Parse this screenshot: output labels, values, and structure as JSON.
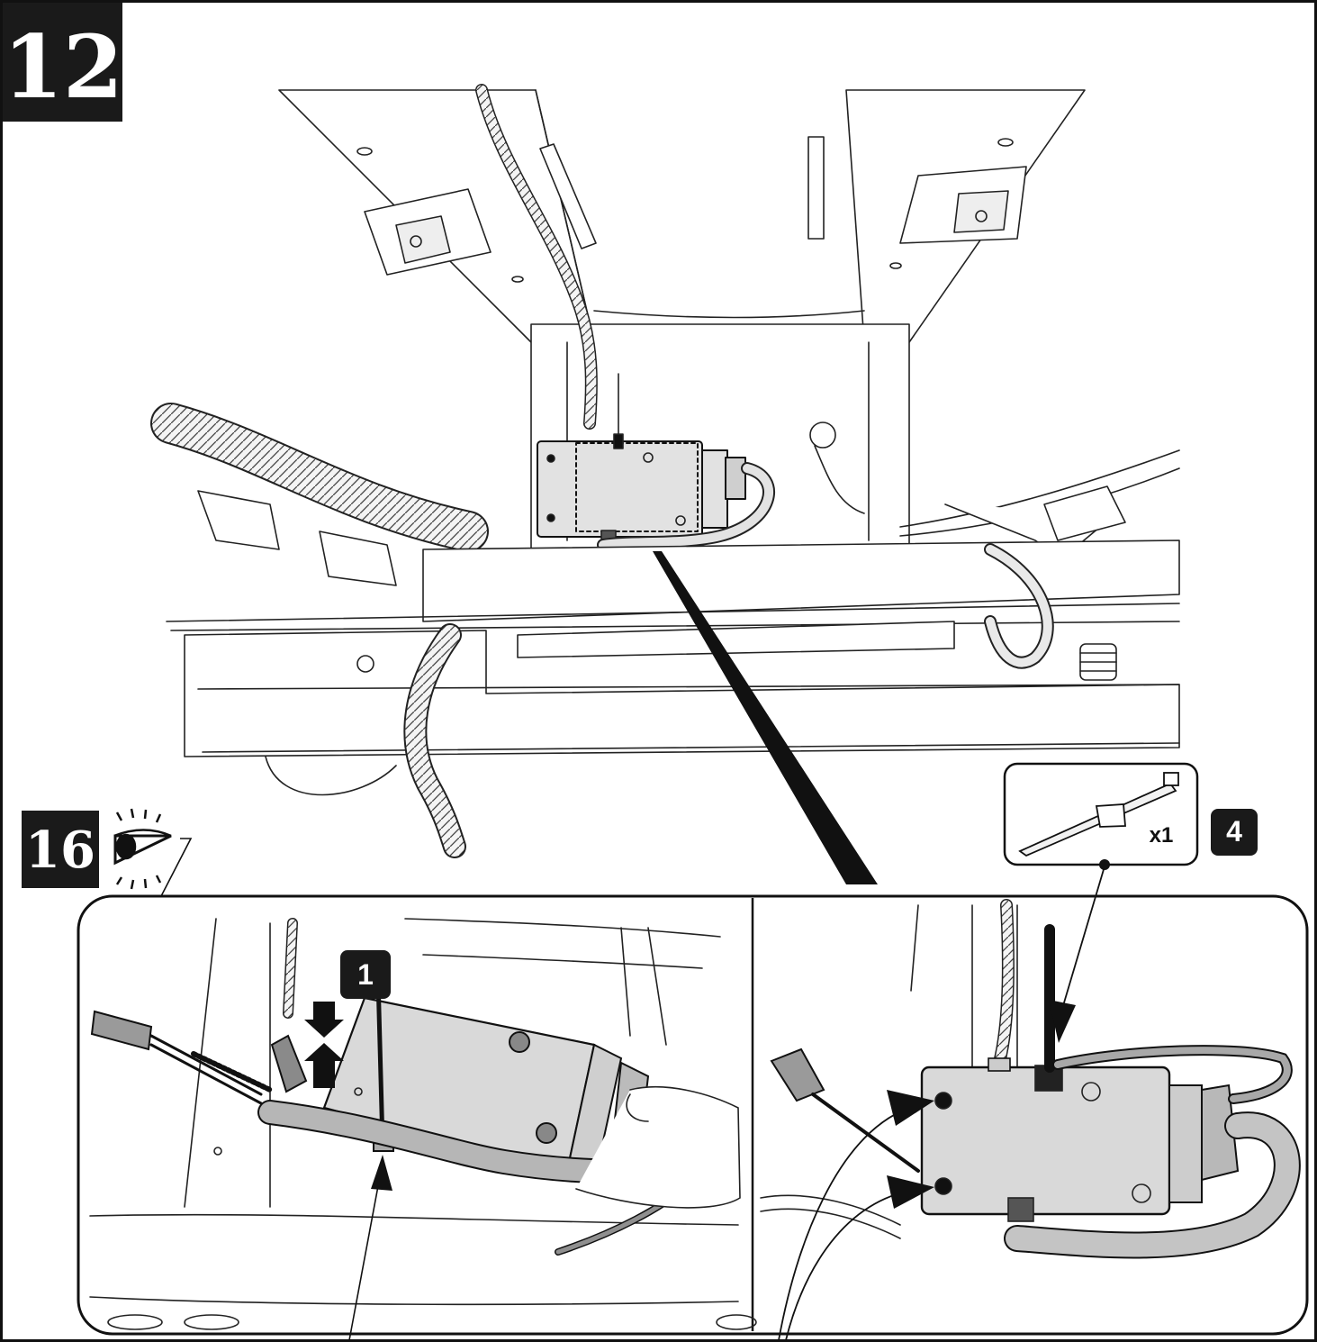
{
  "figure": {
    "step_number": "12",
    "detail_reference": "16",
    "callout_step_1": "1",
    "callout_step_4": "4",
    "part_quantity": "x1"
  },
  "icons": [
    "eye-icon",
    "cable-tie-icon",
    "arrow-icon"
  ],
  "colors": {
    "ink": "#111111",
    "badge": "#1a1a1a",
    "panel_stroke": "#222222",
    "module_fill": "#d9d9d9",
    "cable_fill": "#bdbdbd",
    "background": "#ffffff"
  }
}
